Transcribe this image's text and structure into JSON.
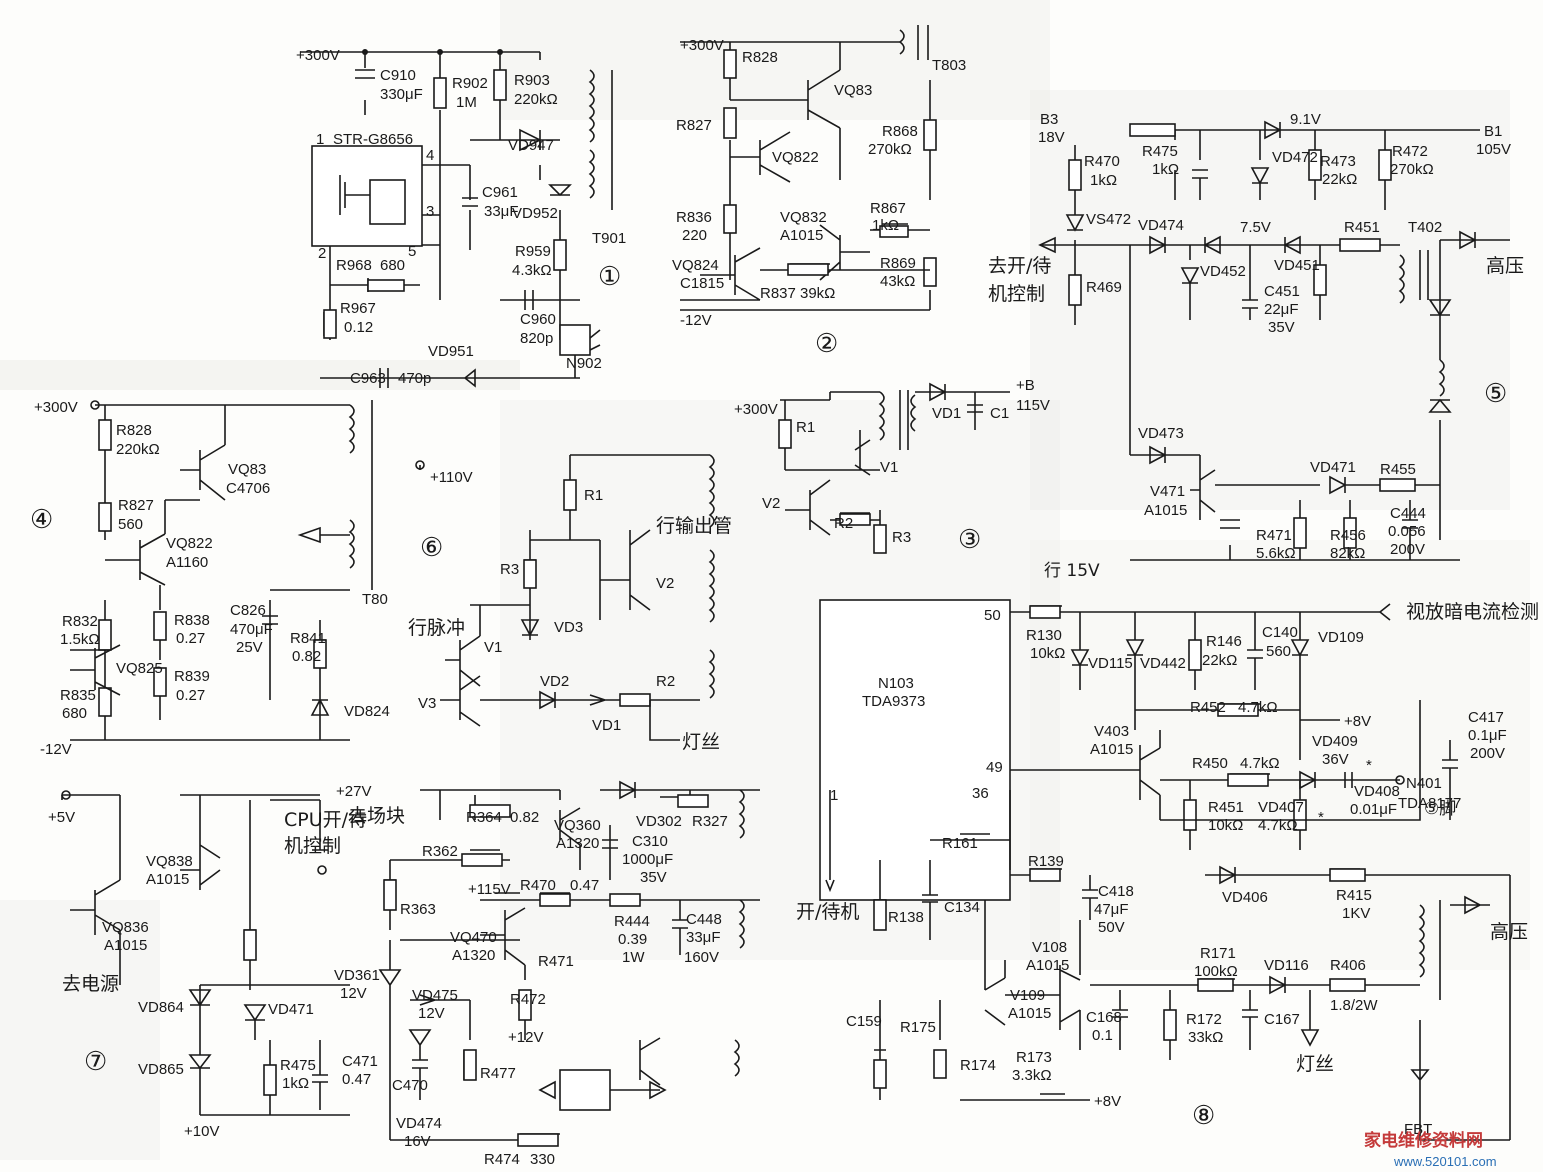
{
  "circuit1": {
    "number": "①",
    "v300": "+300V",
    "c910": "C910",
    "c910_val": "330μF",
    "r902": "R902",
    "r902_val": "1M",
    "r903": "R903",
    "r903_val": "220kΩ",
    "ic": "STR-G8656",
    "pin1": "1",
    "pin2": "2",
    "pin3": "3",
    "pin4": "4",
    "pin5": "5",
    "vd947": "VD947",
    "c961": "C961",
    "c961_val": "33μF",
    "vd952": "VD952",
    "t901": "T901",
    "r959": "R959",
    "r959_val": "4.3kΩ",
    "r968": "R968",
    "r968_val": "680",
    "r967": "R967",
    "r967_val": "0.12",
    "c960": "C960",
    "c960_val": "820p",
    "c963": "C963",
    "c963_val": "470p",
    "vd951": "VD951",
    "n902": "N902"
  },
  "circuit2": {
    "number": "②",
    "v300": "+300V",
    "r828": "R828",
    "t803": "T803",
    "vq83": "VQ83",
    "r827": "R827",
    "vq822": "VQ822",
    "r868": "R868",
    "r868_val": "270kΩ",
    "r836": "R836",
    "r836_val": "220",
    "vq832": "VQ832",
    "vq832_type": "A1015",
    "r867": "R867",
    "r867_val": "1kΩ",
    "vq824": "VQ824",
    "vq824_type": "C1815",
    "r869": "R869",
    "r869_val": "43kΩ",
    "r837": "R837",
    "r837_val": "39kΩ",
    "v12": "-12V"
  },
  "circuit3": {
    "number": "③",
    "v300": "+300V",
    "r1": "R1",
    "v1": "V1",
    "v2": "V2",
    "r2": "R2",
    "r3": "R3",
    "vd1": "VD1",
    "c1": "C1",
    "b": "+B",
    "b_val": "115V"
  },
  "circuit4": {
    "number": "④",
    "v300": "+300V",
    "r828": "R828",
    "r828_val": "220kΩ",
    "vq83": "VQ83",
    "vq83_type": "C4706",
    "r827": "R827",
    "r827_val": "560",
    "vq822": "VQ822",
    "vq822_type": "A1160",
    "r832": "R832",
    "r832_val": "1.5kΩ",
    "r838": "R838",
    "r838_val": "0.27",
    "vq825": "VQ825",
    "r839": "R839",
    "r839_val": "0.27",
    "r835": "R835",
    "r835_val": "680",
    "v12": "-12V",
    "c826": "C826",
    "c826_val": "470μF",
    "c826_v": "25V",
    "r841": "R841",
    "r841_val": "0.82",
    "vd824": "VD824",
    "t80": "T80"
  },
  "circuit5": {
    "number": "⑤",
    "b3": "B3",
    "b3_val": "18V",
    "r470": "R470",
    "r470_val": "1kΩ",
    "r475": "R475",
    "r475_val": "1kΩ",
    "v91": "9.1V",
    "vd472": "VD472",
    "r473": "R473",
    "r473_val": "22kΩ",
    "r472": "R472",
    "r472_val": "270kΩ",
    "b1": "B1",
    "b1_val": "105V",
    "vs472": "VS472",
    "vd474": "VD474",
    "v75": "7.5V",
    "r451": "R451",
    "t402": "T402",
    "vd452": "VD452",
    "vd451": "VD451",
    "hv": "高压",
    "r469": "R469",
    "ctrl1": "去开/待",
    "ctrl2": "机控制",
    "c451": "C451",
    "c451_val": "22μF",
    "c451_v": "35V",
    "vd473": "VD473",
    "vd471": "VD471",
    "r455": "R455",
    "v471": "V471",
    "v471_type": "A1015",
    "c444": "C444",
    "c444_val": "0.056",
    "c444_v": "200V",
    "r471": "R471",
    "r471_val": "5.6kΩ",
    "r456": "R456",
    "r456_val": "82kΩ",
    "h15v": "行 15V"
  },
  "circuit6": {
    "number": "⑥",
    "v110": "+110V",
    "r1": "R1",
    "r2": "R2",
    "r3": "R3",
    "hout": "行输出管",
    "v1": "V1",
    "v2": "V2",
    "v3": "V3",
    "vd1": "VD1",
    "vd2": "VD2",
    "vd3": "VD3",
    "hpulse": "行脉冲",
    "heater": "灯丝"
  },
  "circuit7": {
    "number": "⑦",
    "v5": "+5V",
    "cpu1": "CPU开/待",
    "cpu2": "机控制",
    "vq838": "VQ838",
    "vq838_type": "A1015",
    "vq836": "VQ836",
    "vq836_type": "A1015",
    "power": "去电源",
    "vd864": "VD864",
    "vd865": "VD865",
    "vd471": "VD471",
    "r475": "R475",
    "r475_val": "1kΩ",
    "c471": "C471",
    "c471_val": "0.47",
    "v10": "+10V",
    "v27": "+27V",
    "field": "去场块",
    "r364": "R364",
    "r364_val": "0.82",
    "vd302": "VD302",
    "r327": "R327",
    "vq360": "VQ360",
    "vq360_type": "A1320",
    "c310": "C310",
    "c310_val": "1000μF",
    "c310_v": "35V",
    "r362": "R362",
    "r363": "R363",
    "v115": "+115V",
    "r470": "R470",
    "r470_val": "0.47",
    "r444": "R444",
    "r444_val": "0.39",
    "r444_p": "1W",
    "c448": "C448",
    "c448_val": "33μF",
    "c448_v": "160V",
    "vq470": "VQ470",
    "vq470_type": "A1320",
    "r471": "R471",
    "r472": "R472",
    "vd361": "VD361",
    "vd361_v": "12V",
    "vd475": "VD475",
    "vd475_v": "12V",
    "v12": "+12V",
    "r477": "R477",
    "c470": "C470",
    "vd474": "VD474",
    "vd474_v": "16V",
    "r474": "R474",
    "r474_val": "330"
  },
  "circuit8": {
    "number": "⑧",
    "detect": "视放暗电流检测",
    "p50": "50",
    "r130": "R130",
    "r130_val": "10kΩ",
    "vd115": "VD115",
    "vd442": "VD442",
    "r146": "R146",
    "r146_val": "22kΩ",
    "c140": "C140",
    "c140_val": "560",
    "vd109": "VD109",
    "n103": "N103",
    "tda9373": "TDA9373",
    "r452": "R452",
    "r452_val": "4.7kΩ",
    "v8": "+8V",
    "c417": "C417",
    "c417_val": "0.1μF",
    "c417_v": "200V",
    "v403": "V403",
    "v403_type": "A1015",
    "vd409": "VD409",
    "vd409_v": "36V",
    "p49": "49",
    "p36": "36",
    "p1": "1",
    "r450": "R450",
    "r450_val": "4.7kΩ",
    "n401": "N401",
    "tda8177": "TDA8177",
    "pin5": "⑤脚",
    "star1": "*",
    "star2": "*",
    "r451": "R451",
    "r451_val": "10kΩ",
    "vd407": "VD407",
    "vd407_val": "4.7kΩ",
    "vd408": "VD408",
    "vd408_val": "0.01μF",
    "r161": "R161",
    "r139": "R139",
    "vd406": "VD406",
    "r415": "R415",
    "r415_val": "1KV",
    "c418": "C418",
    "c418_val": "47μF",
    "c418_v": "50V",
    "standby": "开/待机",
    "r138": "R138",
    "c134": "C134",
    "hv": "高压",
    "v108": "V108",
    "v108_type": "A1015",
    "r171": "R171",
    "r171_val": "100kΩ",
    "vd116": "VD116",
    "r406": "R406",
    "r406_val": "1.8/2W",
    "v109": "V109",
    "v109_type": "A1015",
    "c168": "C168",
    "c168_val": "0.1",
    "r172": "R172",
    "r172_val": "33kΩ",
    "c167": "C167",
    "c159": "C159",
    "r175": "R175",
    "r174": "R174",
    "r173": "R173",
    "r173_val": "3.3kΩ",
    "heater": "灯丝",
    "v8b": "+8V",
    "fbt": "FBT"
  },
  "watermark": {
    "cn": "家电维修资料网",
    "url": "www.520101.com"
  }
}
